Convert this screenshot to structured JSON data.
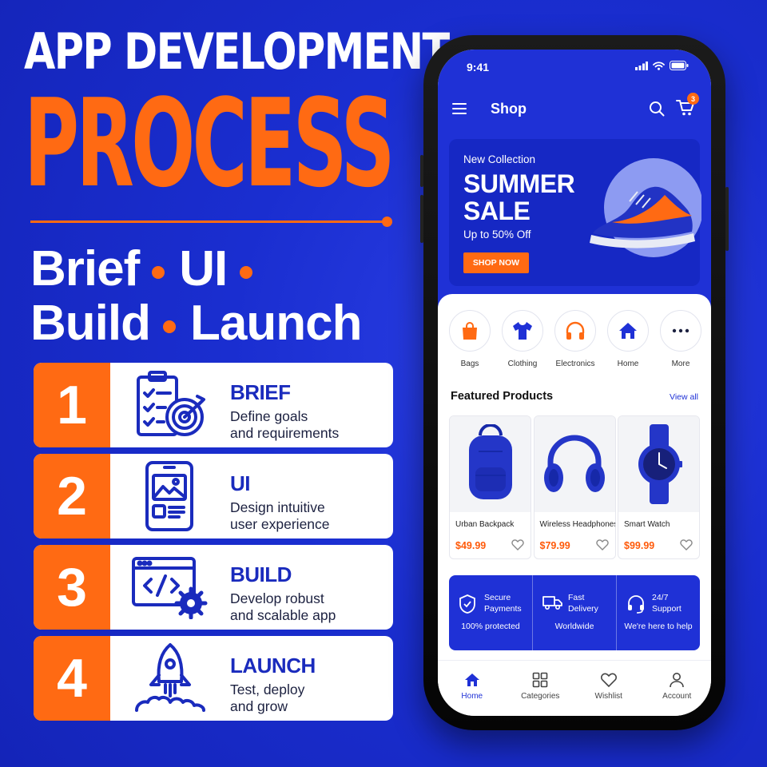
{
  "hero": {
    "title_line1": "APP DEVELOPMENT",
    "title_line2": "PROCESS",
    "stages": [
      "Brief",
      "UI",
      "Build",
      "Launch"
    ]
  },
  "steps": [
    {
      "number": "1",
      "title": "BRIEF",
      "desc": "Define goals\nand requirements",
      "icon": "checklist-target-icon"
    },
    {
      "number": "2",
      "title": "UI",
      "desc": "Design intuitive\nuser experience",
      "icon": "phone-image-icon"
    },
    {
      "number": "3",
      "title": "BUILD",
      "desc": "Develop robust\nand scalable app",
      "icon": "code-gear-icon"
    },
    {
      "number": "4",
      "title": "LAUNCH",
      "desc": "Test, deploy\nand grow",
      "icon": "rocket-icon"
    }
  ],
  "phone": {
    "status": {
      "time": "9:41"
    },
    "header": {
      "title": "Shop",
      "cart_count": "3"
    },
    "banner": {
      "kicker": "New Collection",
      "title": "SUMMER\nSALE",
      "subtitle": "Up to 50% Off",
      "button": "SHOP NOW"
    },
    "categories": [
      {
        "label": "Bags",
        "icon": "bag-icon"
      },
      {
        "label": "Clothing",
        "icon": "tshirt-icon"
      },
      {
        "label": "Electronics",
        "icon": "headphones-icon"
      },
      {
        "label": "Home",
        "icon": "house-icon"
      },
      {
        "label": "More",
        "icon": "more-dots-icon"
      }
    ],
    "featured": {
      "title": "Featured Products",
      "view_all": "View all",
      "products": [
        {
          "name": "Urban Backpack",
          "price": "$49.99"
        },
        {
          "name": "Wireless Headphones",
          "price": "$79.99"
        },
        {
          "name": "Smart Watch",
          "price": "$99.99"
        }
      ]
    },
    "features": [
      {
        "title": "Secure\nPayments",
        "sub": "100% protected",
        "icon": "shield-check-icon"
      },
      {
        "title": "Fast\nDelivery",
        "sub": "Worldwide",
        "icon": "truck-icon"
      },
      {
        "title": "24/7\nSupport",
        "sub": "We're here to help",
        "icon": "headset-icon"
      }
    ],
    "tabs": [
      {
        "label": "Home",
        "active": true
      },
      {
        "label": "Categories",
        "active": false
      },
      {
        "label": "Wishlist",
        "active": false
      },
      {
        "label": "Account",
        "active": false
      }
    ]
  },
  "colors": {
    "accent": "#ff6a13",
    "brand_blue": "#1f31d6",
    "background": "#1a2ed0"
  }
}
